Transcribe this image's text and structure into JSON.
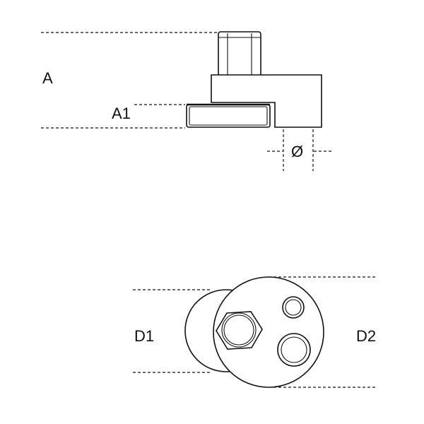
{
  "labels": {
    "a": "A",
    "a1": "A1",
    "diameter": "Ø",
    "d1": "D1",
    "d2": "D2"
  },
  "colors": {
    "line": "#111111",
    "background": "#ffffff"
  }
}
